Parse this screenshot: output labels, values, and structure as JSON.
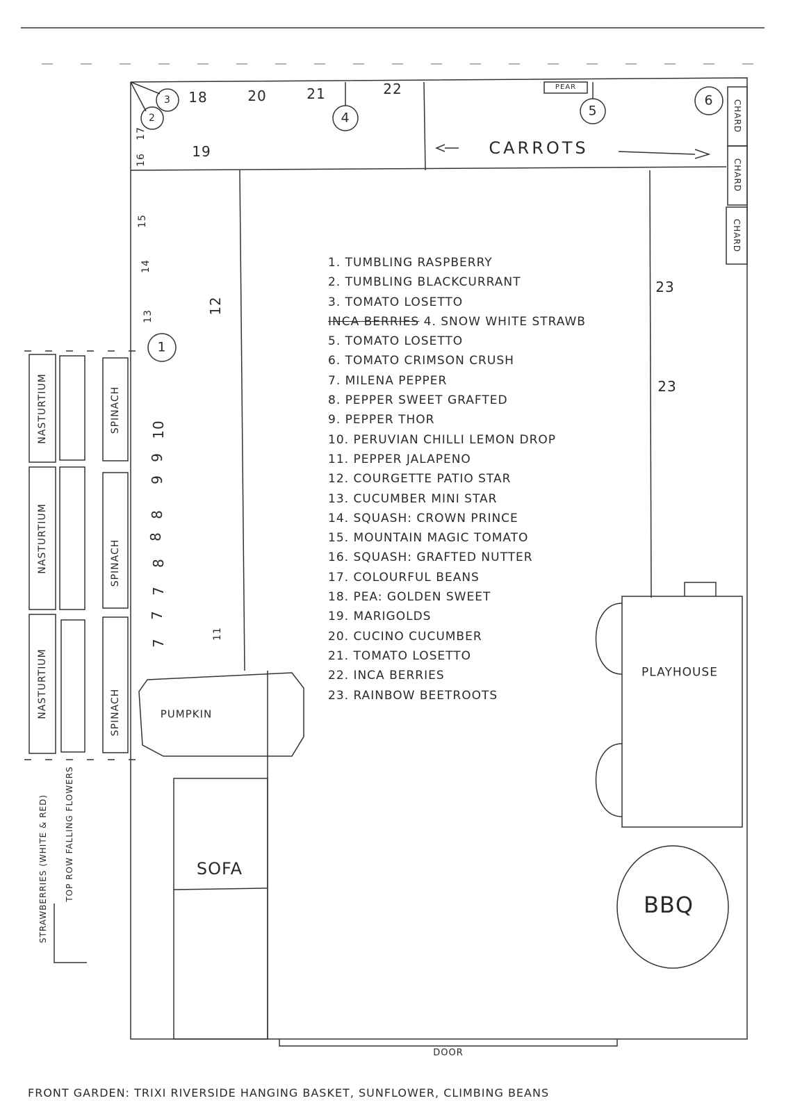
{
  "plan": {
    "top_bed_numbers": [
      "18",
      "20",
      "21",
      "22",
      "19",
      "16",
      "17"
    ],
    "circles": [
      "1",
      "2",
      "3",
      "4",
      "5",
      "6"
    ],
    "pear_label": "PEAR",
    "carrots_label": "CARROTS",
    "chard_labels": [
      "CHARD",
      "CHARD",
      "CHARD"
    ],
    "left_bed_numbers": [
      "15",
      "14",
      "13",
      "10",
      "9",
      "9",
      "8",
      "8",
      "8",
      "7",
      "7",
      "7"
    ],
    "inner_bed_numbers": [
      "12",
      "11"
    ],
    "right_bed_numbers": [
      "23",
      "23"
    ],
    "pumpkin_label": "PUMPKIN",
    "sofa_label": "SOFA",
    "playhouse_label": "PLAYHOUSE",
    "bbq_label": "BBQ",
    "door_label": "DOOR"
  },
  "side_beds": {
    "col1": [
      "NASTURTIUM",
      "NASTURTIUM",
      "NASTURTIUM"
    ],
    "col3": [
      "SPINACH",
      "SPINACH",
      "SPINACH"
    ],
    "note_line1": "STRAWBERRIES (WHITE & RED)",
    "note_line2": "TOP ROW FALLING FLOWERS"
  },
  "legend": {
    "items": [
      "1. TUMBLING RASPBERRY",
      "2. TUMBLING BLACKCURRANT",
      "3. TOMATO LOSETTO",
      "4. SNOW WHITE STRAWB",
      "5. TOMATO LOSETTO",
      "6. TOMATO CRIMSON CRUSH",
      "7. MILENA PEPPER",
      "8. PEPPER SWEET GRAFTED",
      "9. PEPPER THOR",
      "10. PERUVIAN CHILLI LEMON DROP",
      "11. PEPPER JALAPENO",
      "12. COURGETTE PATIO STAR",
      "13. CUCUMBER MINI STAR",
      "14. SQUASH: CROWN PRINCE",
      "15. MOUNTAIN MAGIC TOMATO",
      "16. SQUASH: GRAFTED NUTTER",
      "17. COLOURFUL BEANS",
      "18. PEA: GOLDEN SWEET",
      "19. MARIGOLDS",
      "20. CUCINO CUCUMBER",
      "21. TOMATO LOSETTO",
      "22. INCA BERRIES",
      "23. RAINBOW BEETROOTS"
    ],
    "item4_struck": "INCA BERRIES"
  },
  "footer": {
    "caption": "FRONT GARDEN: TRIXI RIVERSIDE HANGING BASKET, SUNFLOWER, CLIMBING BEANS"
  }
}
